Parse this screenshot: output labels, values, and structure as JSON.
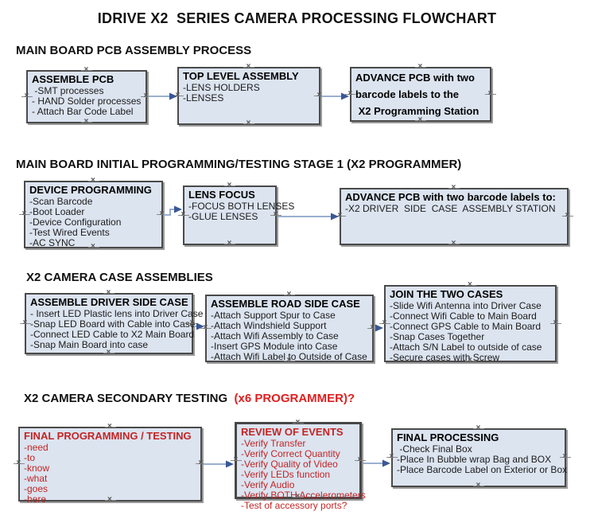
{
  "title": "IDRIVE X2  SERIES CAMERA PROCESSING FLOWCHART",
  "colors": {
    "box_fill": "#dce4f0",
    "box_border": "#4a4a4a",
    "box_shadow": "#9b9b9b",
    "arrow_line": "#9ab0cf",
    "arrow_head": "#3a5795",
    "red_text": "#c22525",
    "heading_red": "#e01f1f",
    "handle_gray": "#565656"
  },
  "sections": [
    {
      "heading": "MAIN BOARD PCB ASSEMBLY PROCESS",
      "boxes": [
        {
          "title": "ASSEMBLE PCB",
          "lines": [
            " -SMT processes",
            "- HAND Solder processes",
            "- Attach Bar Code Label"
          ]
        },
        {
          "title": "TOP LEVEL ASSEMBLY",
          "lines": [
            "-LENS HOLDERS",
            "-LENSES"
          ]
        },
        {
          "title": "ADVANCE PCB with two",
          "lines": [
            "barcode labels to the",
            " X2 Programming Station"
          ]
        }
      ]
    },
    {
      "heading": "MAIN BOARD INITIAL PROGRAMMING/TESTING STAGE 1 (X2 PROGRAMMER)",
      "boxes": [
        {
          "title": "DEVICE PROGRAMMING",
          "lines": [
            "-Scan Barcode",
            "-Boot Loader",
            "-Device Configuration",
            "-Test Wired Events",
            "-AC SYNC"
          ]
        },
        {
          "title": "LENS FOCUS",
          "lines": [
            "-FOCUS BOTH LENSES",
            "-GLUE LENSES"
          ]
        },
        {
          "title": "ADVANCE PCB with two barcode labels to:",
          "lines": [
            "-X2 DRIVER  SIDE  CASE  ASSEMBLY STATION"
          ]
        }
      ]
    },
    {
      "heading": "X2 CAMERA CASE ASSEMBLIES",
      "boxes": [
        {
          "title": "ASSEMBLE DRIVER SIDE CASE",
          "lines": [
            "- Insert LED Plastic lens into Driver Case",
            "-Snap LED Board with Cable into Case",
            "-Connect LED Cable to X2 Main Board",
            "-Snap Main Board into case"
          ]
        },
        {
          "title": "ASSEMBLE ROAD SIDE CASE",
          "lines": [
            "-Attach Support Spur to Case",
            "-Attach Windshield Support",
            "-Attach Wifi Assembly to Case",
            "-Insert GPS Module into Case",
            "-Attach Wifi Label to Outside of Case"
          ]
        },
        {
          "title": "JOIN THE TWO CASES",
          "lines": [
            "-Slide Wifi Antenna into Driver Case",
            "-Connect Wifi Cable to Main Board",
            "-Connect GPS Cable to Main Board",
            "-Snap Cases Together",
            "-Attach S/N Label to outside of case",
            "-Secure cases with Screw"
          ]
        }
      ]
    },
    {
      "heading": "X2 CAMERA SECONDARY TESTING",
      "heading_red": "  (x6 PROGRAMMER)?",
      "boxes": [
        {
          "title": "FINAL PROGRAMMING / TESTING",
          "lines": [
            "-need",
            "-to",
            "-know",
            "-what",
            "-goes",
            "-here"
          ]
        },
        {
          "title": "REVIEW OF EVENTS",
          "lines": [
            "-Verify Transfer",
            "-Verify Correct Quantity",
            "-Verify Quality of Video",
            "-Verify LEDs function",
            "-Verify Audio",
            "-Verify BOTH Accelerometers",
            "-Test of accessory ports?"
          ]
        },
        {
          "title": "FINAL PROCESSING",
          "lines": [
            " -Check Final Box",
            "-Place In Bubble wrap Bag and BOX",
            "-Place Barcode Label on Exterior or Box"
          ]
        }
      ]
    }
  ]
}
